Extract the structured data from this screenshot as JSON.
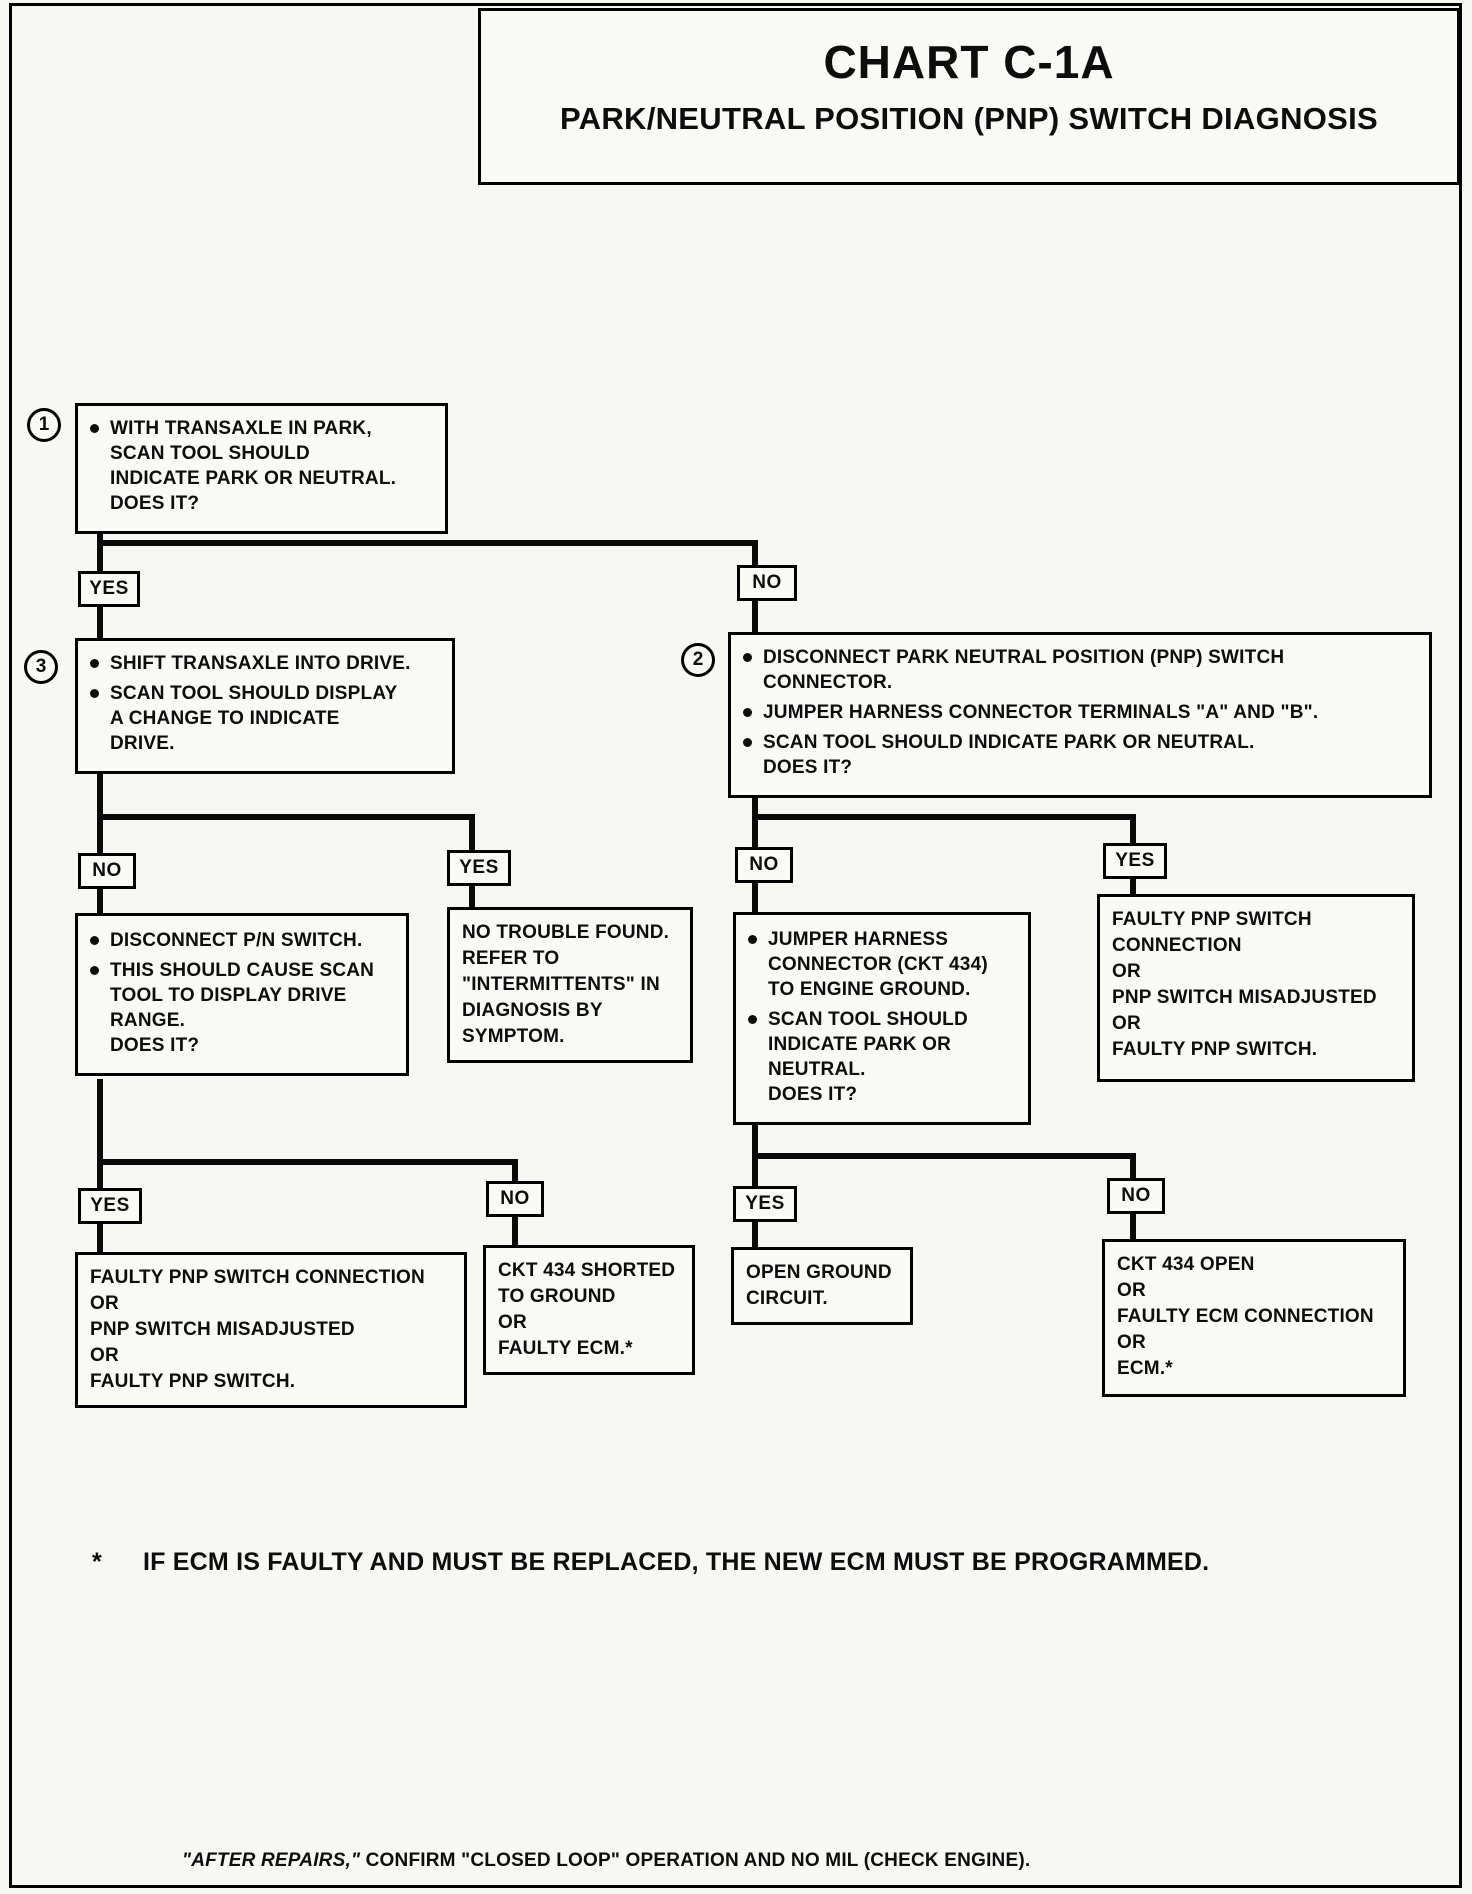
{
  "title": {
    "line1": "CHART C-1A",
    "line2": "PARK/NEUTRAL POSITION (PNP) SWITCH DIAGNOSIS"
  },
  "labels": {
    "yes": "YES",
    "no": "NO"
  },
  "steps": {
    "s1": {
      "number": "1",
      "bullets": [
        "WITH TRANSAXLE IN PARK,\nSCAN TOOL SHOULD\nINDICATE PARK OR NEUTRAL.\nDOES IT?"
      ]
    },
    "s3": {
      "number": "3",
      "bullets": [
        "SHIFT TRANSAXLE INTO DRIVE.",
        "SCAN TOOL SHOULD DISPLAY\nA CHANGE TO INDICATE\nDRIVE."
      ]
    },
    "s2": {
      "number": "2",
      "bullets": [
        "DISCONNECT PARK NEUTRAL POSITION (PNP) SWITCH\nCONNECTOR.",
        "JUMPER HARNESS CONNECTOR TERMINALS \"A\" AND \"B\".",
        "SCAN TOOL SHOULD INDICATE PARK OR NEUTRAL.\nDOES IT?"
      ]
    },
    "disconnect_pn": {
      "bullets": [
        "DISCONNECT P/N SWITCH.",
        "THIS SHOULD CAUSE SCAN\nTOOL TO DISPLAY DRIVE\nRANGE.\nDOES IT?"
      ]
    },
    "jumper_ground": {
      "bullets": [
        "JUMPER HARNESS\nCONNECTOR (CKT 434)\nTO ENGINE GROUND.",
        "SCAN TOOL SHOULD\nINDICATE PARK OR\nNEUTRAL.\nDOES IT?"
      ]
    }
  },
  "terminals": {
    "no_trouble": "NO TROUBLE FOUND.\nREFER TO\n\"INTERMITTENTS\" IN\nDIAGNOSIS BY\nSYMPTOM.",
    "faulty_pnp_right": "FAULTY PNP SWITCH\nCONNECTION\nOR\nPNP SWITCH MISADJUSTED\nOR\nFAULTY PNP SWITCH.",
    "faulty_pnp_left": "FAULTY PNP SWITCH CONNECTION\nOR\nPNP SWITCH MISADJUSTED\nOR\nFAULTY PNP SWITCH.",
    "ckt_shorted": "CKT 434 SHORTED\nTO GROUND\nOR\nFAULTY ECM.*",
    "open_ground": "OPEN GROUND\nCIRCUIT.",
    "ckt_open": "CKT 434 OPEN\nOR\nFAULTY ECM CONNECTION\nOR\nECM.*"
  },
  "footnotes": {
    "asterisk": "*",
    "ecm_note": "IF ECM IS FAULTY AND MUST BE REPLACED, THE NEW ECM MUST BE PROGRAMMED.",
    "after_repairs_italic": "\"AFTER REPAIRS,\"",
    "after_repairs_rest": " CONFIRM \"CLOSED LOOP\" OPERATION AND NO MIL (CHECK ENGINE)."
  }
}
